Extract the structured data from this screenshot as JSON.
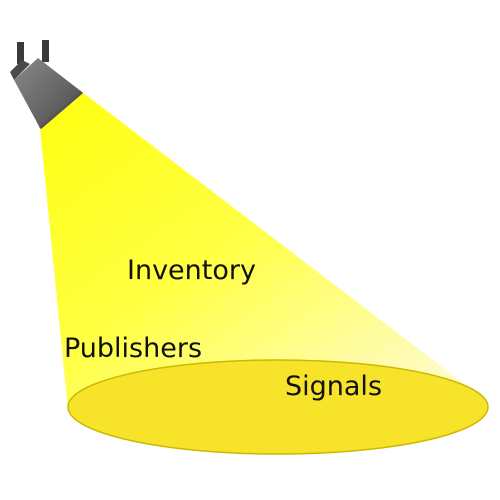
{
  "labels": {
    "inventory": "Inventory",
    "publishers": "Publishers",
    "signals": "Signals"
  },
  "icons": {
    "lamp": "spotlight-icon"
  },
  "colors": {
    "beam_bright": "#ffff1a",
    "beam_fade": "#fffde0",
    "pool": "#f7e52a",
    "pool_stroke": "#c9b400",
    "lamp_body": "#6b6b6b",
    "lamp_dark": "#3a3a3a",
    "text": "#111111"
  }
}
